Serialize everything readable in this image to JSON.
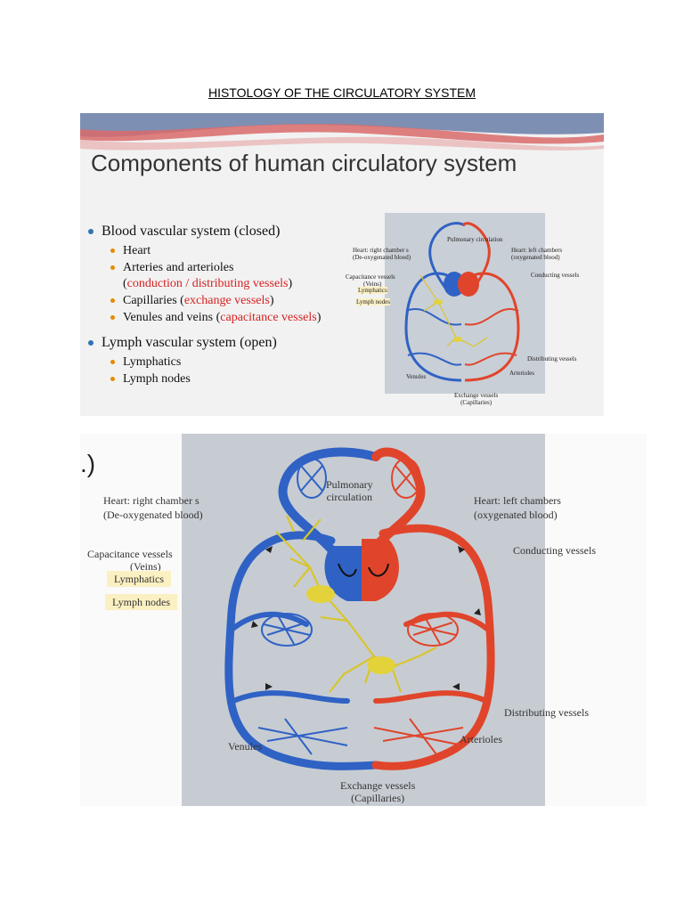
{
  "document": {
    "title": "HISTOLOGY OF THE CIRCULATORY SYSTEM"
  },
  "slide": {
    "heading": "Components of human circulatory system",
    "sections": [
      {
        "label": "Blood vascular system (closed)",
        "items": [
          {
            "text": "Heart"
          },
          {
            "text": "Arteries and arterioles",
            "note_open": "(",
            "note_red": "conduction / distributing vessels",
            "note_close": ")"
          },
          {
            "text": "Capillaries",
            "note_open": "(",
            "note_red": "exchange vessels",
            "note_close": ")"
          },
          {
            "text": "Venules and veins",
            "note_open": "(",
            "note_red": "capacitance vessels",
            "note_close": ")"
          }
        ]
      },
      {
        "label": "Lymph vascular system (open)",
        "items": [
          {
            "text": "Lymphatics"
          },
          {
            "text": "Lymph nodes"
          }
        ]
      }
    ],
    "diagram_labels": {
      "pulmonary": "Pulmonary circulation",
      "right_heart": "Heart: right chamber s",
      "right_heart_sub": "(De-oxygenated blood)",
      "left_heart": "Heart: left chambers",
      "left_heart_sub": "(oxygenated blood)",
      "capacitance": "Capacitance vessels",
      "veins": "(Veins)",
      "lymphatics": "Lymphatics",
      "lymph_nodes": "Lymph nodes",
      "conducting": "Conducting vessels",
      "distributing": "Distributing vessels",
      "arterioles": "Arterioles",
      "venules": "Venules",
      "exchange": "Exchange vessels",
      "capillaries": "(Capillaries)"
    }
  },
  "diagram": {
    "paren": ".)",
    "labels": {
      "pulmonary": "Pulmonary",
      "pulmonary2": "circulation",
      "right_heart": "Heart: right chamber s",
      "right_heart_sub": "(De-oxygenated blood)",
      "left_heart": "Heart: left chambers",
      "left_heart_sub": "(oxygenated blood)",
      "capacitance": "Capacitance vessels",
      "veins": "(Veins)",
      "lymphatics": "Lymphatics",
      "lymph_nodes": "Lymph nodes",
      "conducting": "Conducting vessels",
      "distributing": "Distributing vessels",
      "arterioles": "Arterioles",
      "venules": "Venules",
      "exchange": "Exchange vessels",
      "capillaries": "(Capillaries)"
    }
  },
  "colors": {
    "artery": "#e0452b",
    "vein": "#2f62c4",
    "lymph": "#e3d23a",
    "bullet1": "#2e74b5",
    "bullet2": "#e68a00",
    "note": "#d62020"
  }
}
